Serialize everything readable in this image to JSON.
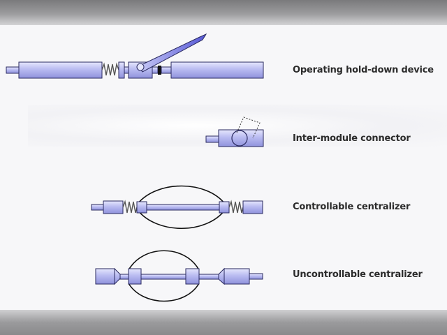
{
  "devices": [
    {
      "id": "hold-down",
      "label": "Operating hold-down device"
    },
    {
      "id": "connector",
      "label": "Inter-module connector"
    },
    {
      "id": "controllable",
      "label": "Controllable centralizer"
    },
    {
      "id": "uncontrollable",
      "label": "Uncontrollable centralizer"
    }
  ],
  "colors": {
    "body_fill": "#b4b6ee",
    "outline": "#2a2a60",
    "lever_fill": "#6c6ee0",
    "bow_stroke": "#111111",
    "label_text": "#2b2b2b"
  }
}
